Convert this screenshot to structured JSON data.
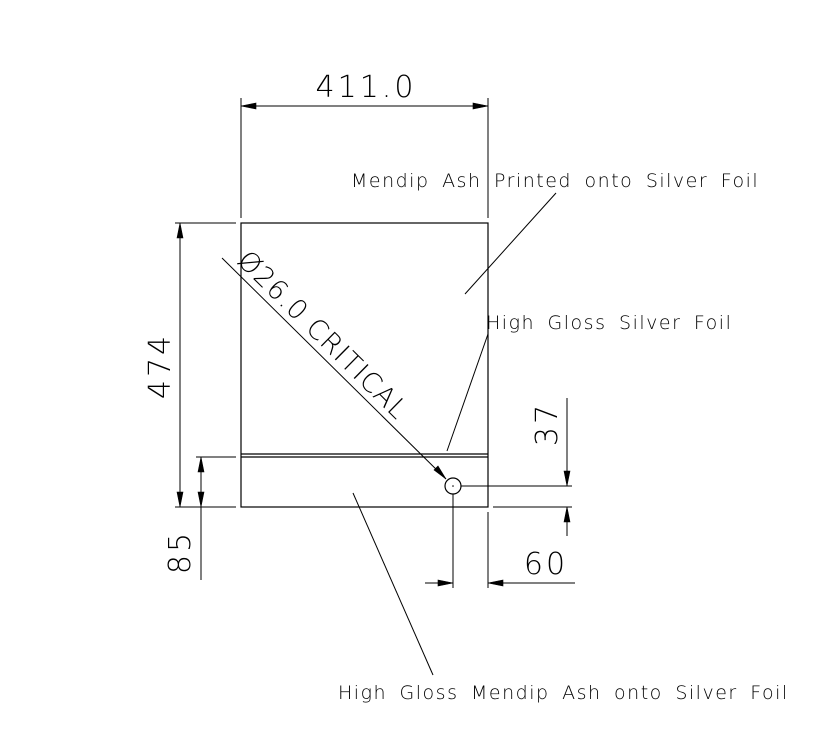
{
  "drawing": {
    "dimensions": {
      "width": "411.0",
      "height": "474",
      "bottom_strip_height": "85",
      "hole_offset_vertical": "37",
      "hole_offset_horizontal": "60"
    },
    "hole_callout": "Ø26.0 CRITICAL",
    "notes": {
      "top_panel": "Mendip Ash Printed onto Silver Foil",
      "strip": "High Gloss Silver Foil",
      "bottom_panel": "High Gloss Mendip Ash onto Silver Foil"
    },
    "colors": {
      "line": "#000000",
      "background": "#ffffff"
    }
  }
}
